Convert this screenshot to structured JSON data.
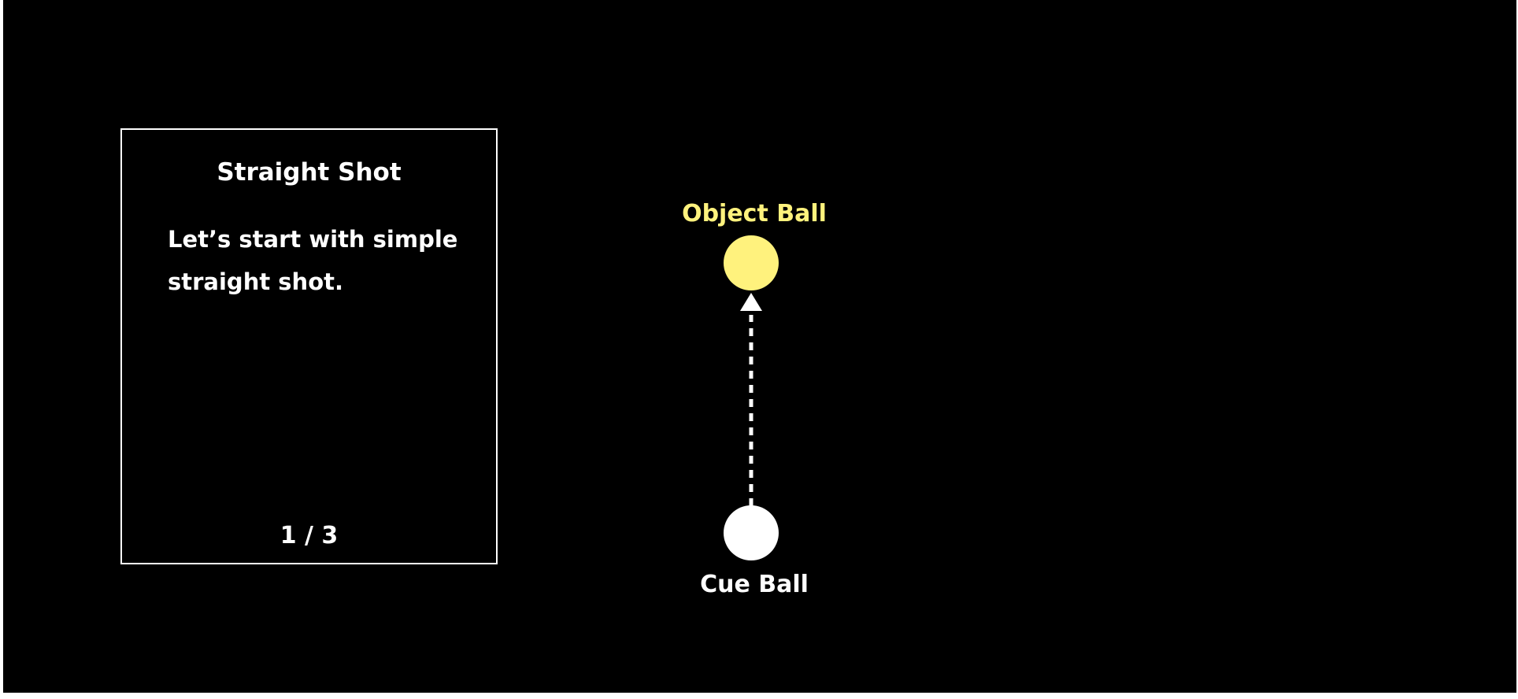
{
  "card": {
    "title": "Straight Shot",
    "body": "Let’s start with simple straight shot.",
    "page_indicator": "1 / 3"
  },
  "diagram": {
    "object_ball": {
      "label": "Object Ball",
      "color": "#FFF27D"
    },
    "cue_ball": {
      "label": "Cue Ball",
      "color": "#FFFFFF"
    },
    "aim_line_style": "dashed",
    "aim_line_color": "#FFFFFF"
  },
  "colors": {
    "background": "#000000",
    "card_border": "#FFFFFF",
    "text": "#FFFFFF"
  }
}
